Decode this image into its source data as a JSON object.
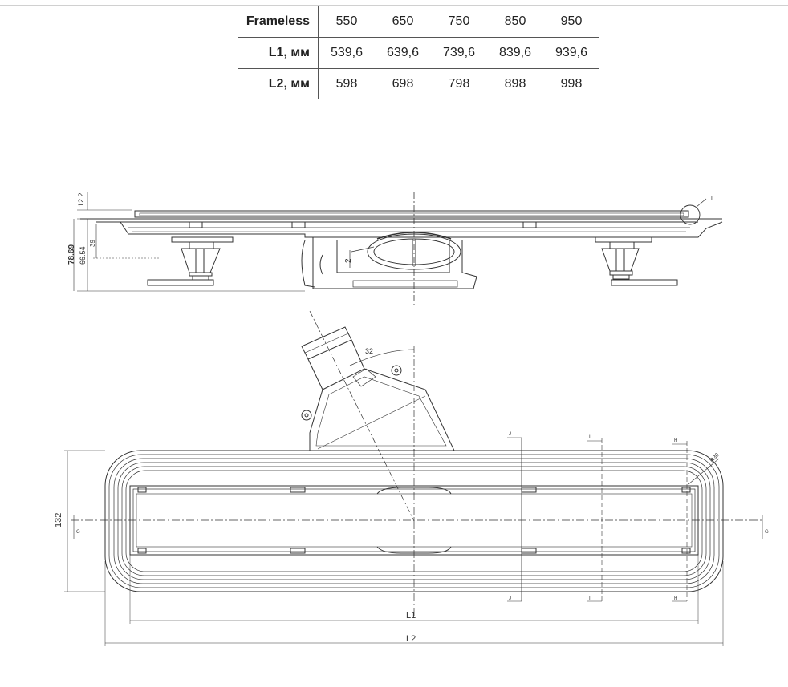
{
  "table": {
    "header": "Frameless",
    "sizes": [
      "550",
      "650",
      "750",
      "850",
      "950"
    ],
    "rows": [
      {
        "label": "L1, мм",
        "values": [
          "539,6",
          "639,6",
          "739,6",
          "839,6",
          "939,6"
        ]
      },
      {
        "label": "L2, мм",
        "values": [
          "598",
          "698",
          "798",
          "898",
          "998"
        ]
      }
    ]
  },
  "side_view": {
    "dim_total": "78.69",
    "dim_a": "66.54",
    "dim_b": "39",
    "dim_top": "12.2",
    "dim_slope": "2",
    "detail_label": "L"
  },
  "top_view": {
    "angle": "32",
    "width": "132",
    "radius": "R30",
    "label_L1": "L1",
    "label_L2": "L2",
    "section_G": "G",
    "section_H": "H",
    "section_I": "I",
    "section_J": "J"
  }
}
